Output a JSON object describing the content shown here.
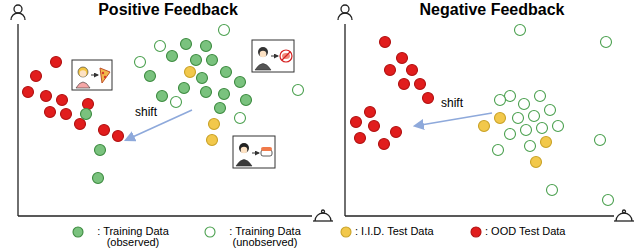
{
  "diagram": {
    "labels": [
      "Positive Feedback",
      "Negative Feedback",
      "shift",
      "shift"
    ],
    "legend": [
      {
        "text": ": Training Data (observed)",
        "color": "#7ac27e"
      },
      {
        "text": ": Training Data (unobserved)"
      },
      {
        "text": ": I.I.D. Test Data",
        "color": "#f2c84b"
      },
      {
        "text": ": OOD Test Data",
        "color": "#e11d1d"
      }
    ]
  }
}
